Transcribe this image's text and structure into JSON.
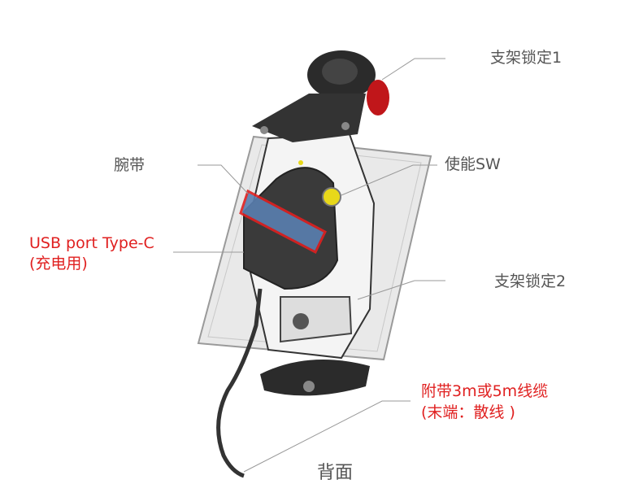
{
  "labels": {
    "bracket_lock_1": "支架锁定1",
    "wrist_strap": "腕带",
    "enable_switch": "使能SW",
    "usb_port_line1": "USB port Type-C",
    "usb_port_line2": "(充电用)",
    "bracket_lock_2": "支架锁定2",
    "cable_line1": "附带3m或5m线缆",
    "cable_line2": "(末端：散线 )",
    "view_caption": "背面"
  },
  "colors": {
    "callout_gray": "#555555",
    "callout_red": "#e02020",
    "leader_line": "#9a9a9a"
  }
}
